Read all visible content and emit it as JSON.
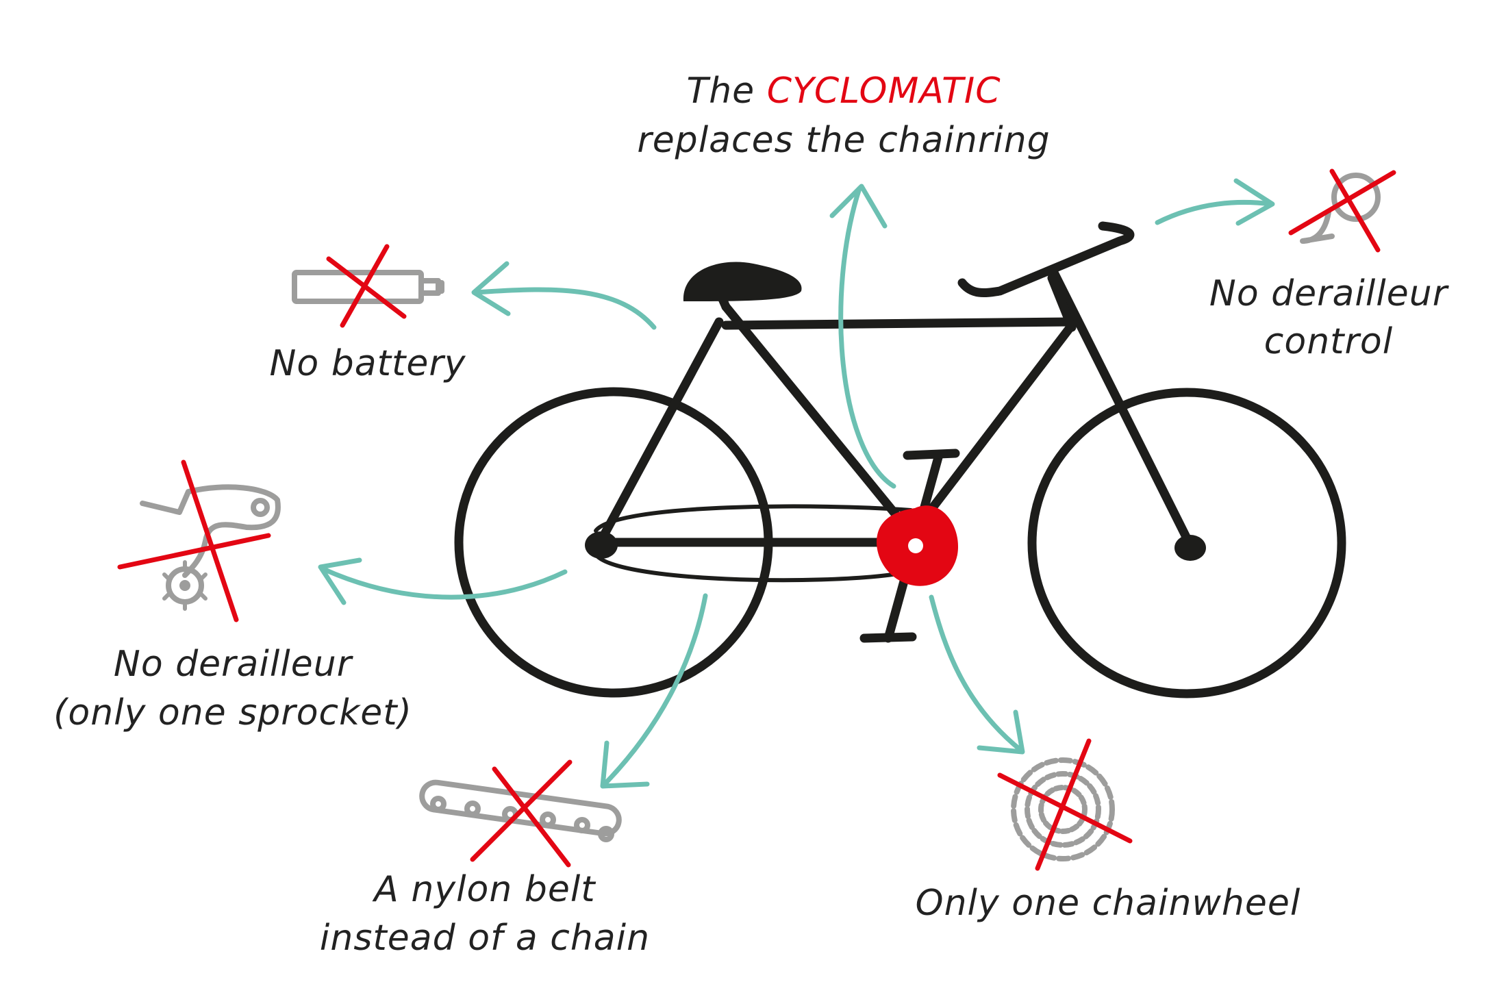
{
  "labels": {
    "cyclomatic_prefix": "The ",
    "cyclomatic_brand": "CYCLOMATIC",
    "cyclomatic_line2": "replaces the chainring",
    "no_battery": "No battery",
    "no_derailleur_control_line1": "No derailleur",
    "no_derailleur_control_line2": "control",
    "no_derailleur_line1": "No derailleur",
    "no_derailleur_line2": "(only one sprocket)",
    "nylon_belt_line1": "A nylon belt",
    "nylon_belt_line2": "instead of a chain",
    "one_chainwheel": "Only one chainwheel"
  },
  "colors": {
    "ink": "#1d1d1b",
    "accent_red": "#e30613",
    "arrow_teal": "#6cc0b2",
    "component_grey": "#9d9d9c",
    "background": "#ffffff"
  },
  "icons": [
    "bicycle-illustration",
    "battery-icon",
    "derailleur-control-icon",
    "derailleur-icon",
    "chain-icon",
    "cassette-icon",
    "cyclomatic-hub"
  ]
}
